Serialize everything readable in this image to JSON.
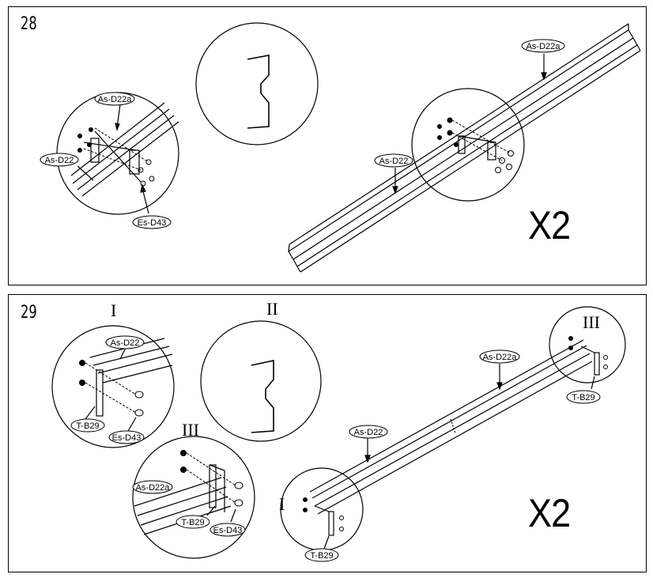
{
  "step28": {
    "number": "28",
    "multiplier": "X2",
    "labels": {
      "detail_top": "As-D22a",
      "detail_left": "As-D22",
      "detail_screw": "Es-D43",
      "rail_top": "As-D22a",
      "rail_bottom": "As-D22"
    }
  },
  "step29": {
    "number": "29",
    "multiplier": "X2",
    "romans": {
      "i": "I",
      "ii": "II",
      "iii": "III"
    },
    "labels": {
      "detail1_rail": "As-D22",
      "detail1_bracket": "T-B29",
      "detail1_screw": "Es-D43",
      "detail3_rail": "As-D22a",
      "detail3_bracket": "T-B29",
      "detail3_screw": "Es-D43",
      "rail_top": "As-D22a",
      "rail_bottom": "As-D22",
      "circle3_bracket": "T-B29",
      "circle1_bracket": "T-B29"
    }
  }
}
